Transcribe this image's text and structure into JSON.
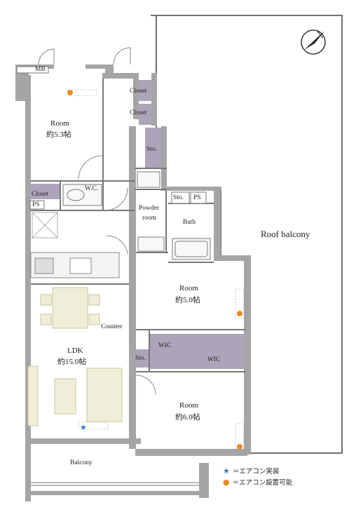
{
  "rooms": {
    "room_nw": {
      "name": "Room",
      "size": "約5.3帖"
    },
    "room_mid": {
      "name": "Room",
      "size": "約5.0帖"
    },
    "room_se": {
      "name": "Room",
      "size": "約6.0帖"
    },
    "ldk": {
      "name": "LDK",
      "size": "約15.0帖"
    },
    "roof_balcony": "Roof balcony",
    "balcony": "Balcony",
    "bath": "Bath",
    "powder_room": [
      "Powder",
      "room"
    ],
    "wc": "W.C."
  },
  "storage": {
    "mb": "MB",
    "closet_1": "Closet",
    "closet_2": "Closet",
    "closet_3": "Closet",
    "sto_1": "Sto.",
    "sto_2": "Sto.",
    "sto_3": "Sto.",
    "ps_1": "PS",
    "ps_2": "PS",
    "wic_1": "WIC",
    "wic_2": "WIC",
    "counter": "Counter"
  },
  "legend": {
    "installed_symbol": "★",
    "installed_text": "＝エアコン実装",
    "possible_symbol": "●",
    "possible_text": "＝エアコン設置可能"
  },
  "colors": {
    "wall": "#a5a5a5",
    "storage_fill": "#ada4b9",
    "ac_installed": "#2b74c0",
    "ac_possible": "#ee8a1d",
    "roof_outline": "#6f6f6f"
  },
  "icons": {
    "compass": "north-arrow-icon"
  }
}
